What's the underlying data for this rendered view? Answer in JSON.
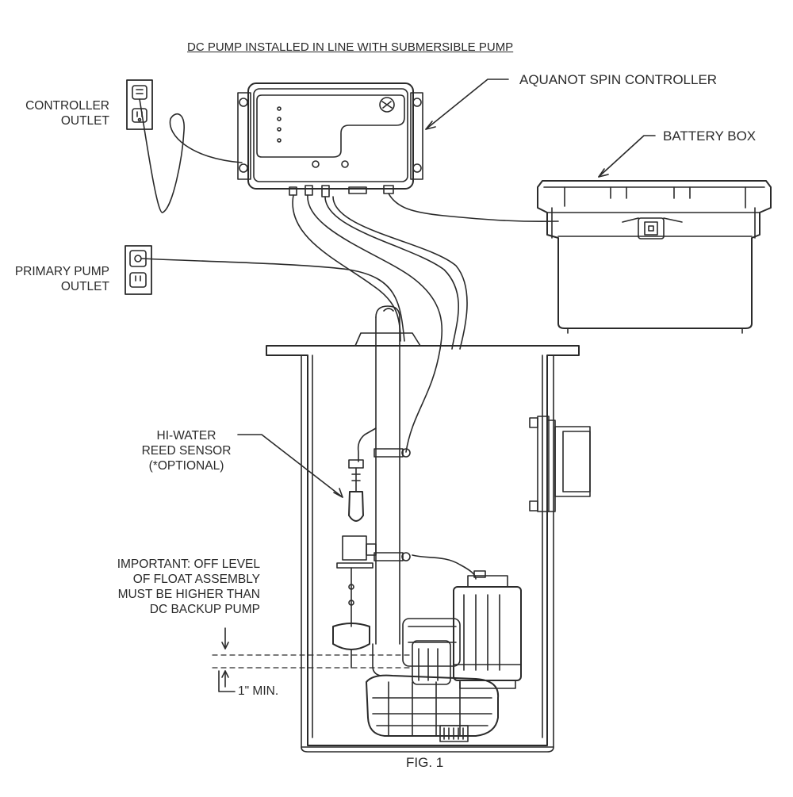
{
  "labels": {
    "title": "DC PUMP INSTALLED IN LINE WITH SUBMERSIBLE PUMP",
    "controller": "AQUANOT SPIN CONTROLLER",
    "battery_box": "BATTERY BOX",
    "controller_outlet": [
      "CONTROLLER",
      "OUTLET"
    ],
    "primary_pump_outlet": [
      "PRIMARY PUMP",
      "OUTLET"
    ],
    "reed_sensor": [
      "HI-WATER",
      "REED SENSOR",
      "(*OPTIONAL)"
    ],
    "important_note": [
      "IMPORTANT: OFF LEVEL",
      "OF FLOAT ASSEMBLY",
      "MUST BE HIGHER THAN",
      "DC BACKUP PUMP"
    ],
    "min_gap": "1\" MIN.",
    "figure": "FIG. 1"
  },
  "colors": {
    "line": "#2a2a2a",
    "background": "#ffffff",
    "text": "#2a2a2a"
  }
}
